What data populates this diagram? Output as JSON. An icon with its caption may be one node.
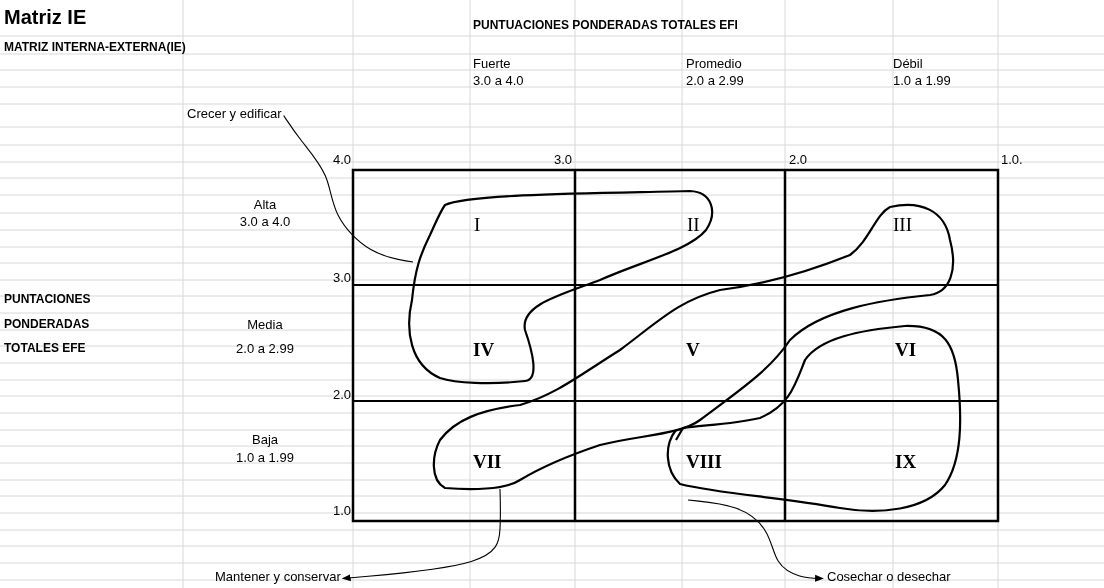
{
  "diagram": {
    "title": "Matriz IE",
    "nodes": [
      {
        "text": [
          "Crecer y edificar"
        ]
      },
      {
        "text": [],
        "shape": "cloud"
      },
      {
        "text": [
          "Mantener y conservar"
        ]
      },
      {
        "text": [],
        "shape": "cloud"
      },
      {
        "text": [
          "Cosechar o desechar"
        ]
      },
      {
        "text": [],
        "shape": "cloud"
      }
    ],
    "edges": [
      {
        "from": 0,
        "to": 1,
        "arrow": "none"
      },
      {
        "from": 3,
        "to": 2,
        "arrow": "to"
      },
      {
        "from": 5,
        "to": 4,
        "arrow": "to"
      }
    ],
    "labels": [
      "PUNTUACIONES PONDERADAS TOTALES EFI",
      "MATRIZ INTERNA-EXTERNA(IE)",
      "Fuerte",
      "Promedio",
      "Débil",
      "3.0 a 4.0",
      "2.0 a 2.99",
      "1.0 a 1.99",
      "4.0",
      "3.0",
      "2.0",
      "1.0.",
      "Alta",
      "3.0 a 4.0",
      "I",
      "II",
      "III",
      "3.0",
      "PUNTACIONES",
      "PONDERADAS",
      "Media",
      "TOTALES EFE",
      "2.0 a 2.99",
      "IV",
      "V",
      "VI",
      "2.0",
      "Baja",
      "1.0 a 1.99",
      "VII",
      "VIII",
      "IX",
      "1.0"
    ]
  }
}
